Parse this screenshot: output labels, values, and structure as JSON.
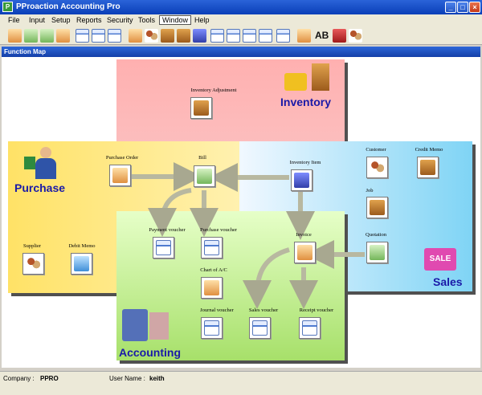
{
  "window": {
    "title": "PProaction Accounting Pro",
    "app_icon": "pp-logo-icon"
  },
  "menu": [
    {
      "label": "File",
      "active": false
    },
    {
      "label": "Input",
      "active": false
    },
    {
      "label": "Setup",
      "active": false
    },
    {
      "label": "Reports",
      "active": false
    },
    {
      "label": "Security",
      "active": false
    },
    {
      "label": "Tools",
      "active": false
    },
    {
      "label": "Window",
      "active": true
    },
    {
      "label": "Help",
      "active": false
    }
  ],
  "toolbar": {
    "text_button": "AB"
  },
  "panel": {
    "title": "Function Map"
  },
  "regions": {
    "inventory": "Inventory",
    "purchase": "Purchase",
    "sales": "Sales",
    "accounting": "Accounting",
    "sale_tag": "SALE"
  },
  "nodes": {
    "inventory_adjustment": "Inventory Adjustment",
    "purchase_order": "Purchase Order",
    "bill": "Bill",
    "inventory_item": "Inventory Item",
    "customer": "Customer",
    "credit_memo": "Credit Memo",
    "job": "Job",
    "invoice": "Invoice",
    "quotation": "Quotation",
    "supplier": "Supplier",
    "debit_memo": "Debit Memo",
    "payment_voucher": "Payment voucher",
    "purchase_voucher": "Purchase voucher",
    "chart_of_ac": "Chart of A/C",
    "journal_voucher": "Journal voucher",
    "sales_voucher": "Sales voucher",
    "receipt_voucher": "Receipt voucher"
  },
  "status": {
    "company_label": "Company :",
    "company_value": "PPRO",
    "user_label": "User Name :",
    "user_value": "keith"
  },
  "colors": {
    "title_blue": "#1a1aa8",
    "inventory": "#ffb0b0",
    "purchase": "#ffe266",
    "sales": "#7fd4f5",
    "accounting": "#a7e06a"
  }
}
